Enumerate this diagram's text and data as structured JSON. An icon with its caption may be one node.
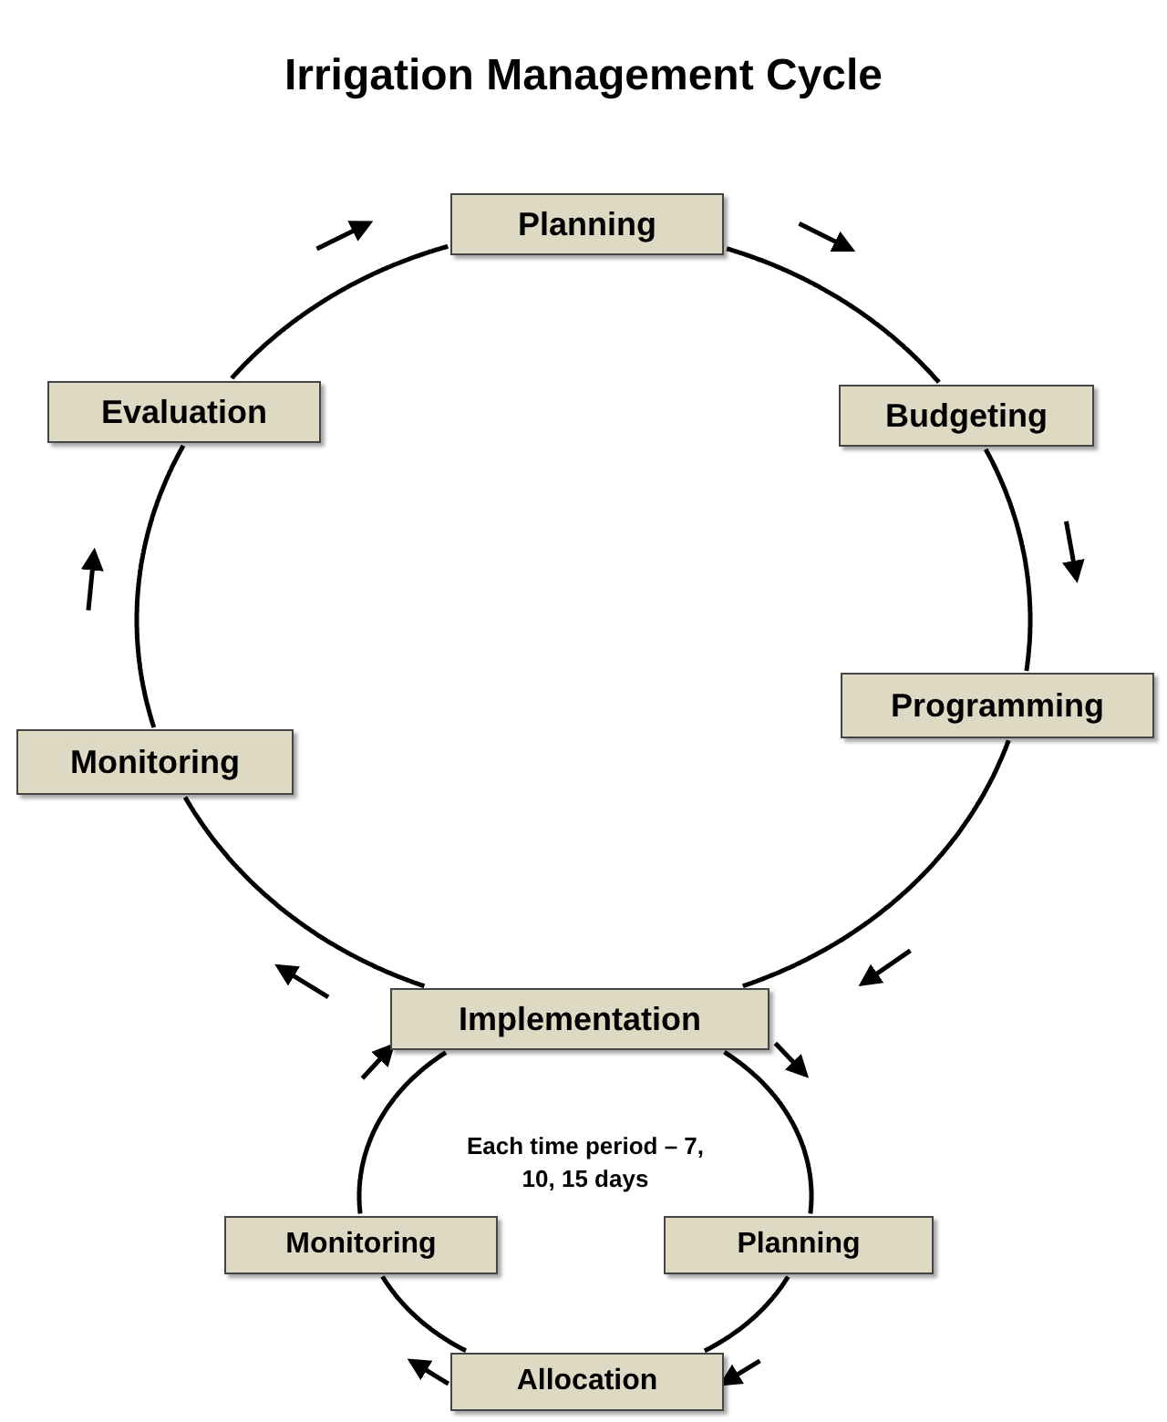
{
  "diagram": {
    "title": "Irrigation Management Cycle",
    "nodes": [
      {
        "text": [
          "Planning"
        ]
      },
      {
        "text": [
          "Budgeting"
        ]
      },
      {
        "text": [
          "Programming"
        ]
      },
      {
        "text": [
          "Implementation"
        ]
      },
      {
        "text": [
          "Monitoring"
        ]
      },
      {
        "text": [
          "Evaluation"
        ]
      },
      {
        "text": [
          "Planning"
        ]
      },
      {
        "text": [
          "Allocation"
        ]
      },
      {
        "text": [
          "Monitoring"
        ]
      }
    ],
    "edges": [
      {
        "from": 0,
        "to": 1,
        "arrow": "none"
      },
      {
        "from": 1,
        "to": 2,
        "arrow": "none"
      },
      {
        "from": 2,
        "to": 3,
        "arrow": "none"
      },
      {
        "from": 3,
        "to": 4,
        "arrow": "none"
      },
      {
        "from": 4,
        "to": 5,
        "arrow": "none"
      },
      {
        "from": 5,
        "to": 0,
        "arrow": "none"
      },
      {
        "from": 3,
        "to": 6,
        "arrow": "none"
      },
      {
        "from": 6,
        "to": 7,
        "arrow": "none"
      },
      {
        "from": 7,
        "to": 8,
        "arrow": "none"
      },
      {
        "from": 8,
        "to": 3,
        "arrow": "none"
      }
    ],
    "labels": [
      "Each time period – 7, 10, 15 days"
    ]
  }
}
